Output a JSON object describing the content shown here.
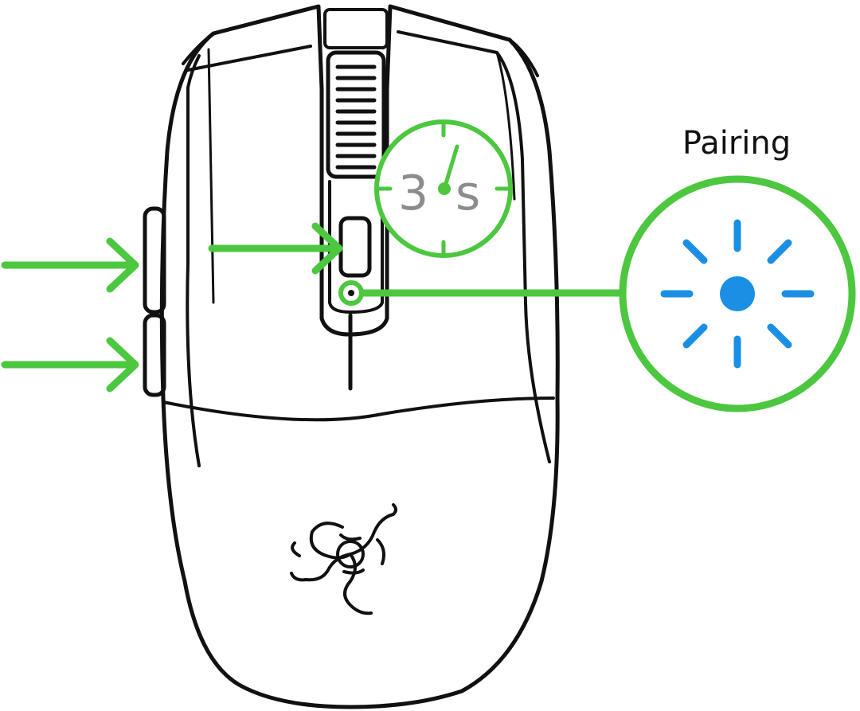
{
  "indicator": {
    "label": "Pairing"
  },
  "timer": {
    "digit": "3",
    "unit": "s"
  },
  "colors": {
    "accent": "#4cc73f",
    "led": "#1a8fe3",
    "outline": "#111111",
    "timer_text": "#8c8c8c"
  },
  "icons": [
    "mouse-outline",
    "razer-logo-icon",
    "stopwatch-icon",
    "led-light-icon",
    "arrow-icon"
  ]
}
